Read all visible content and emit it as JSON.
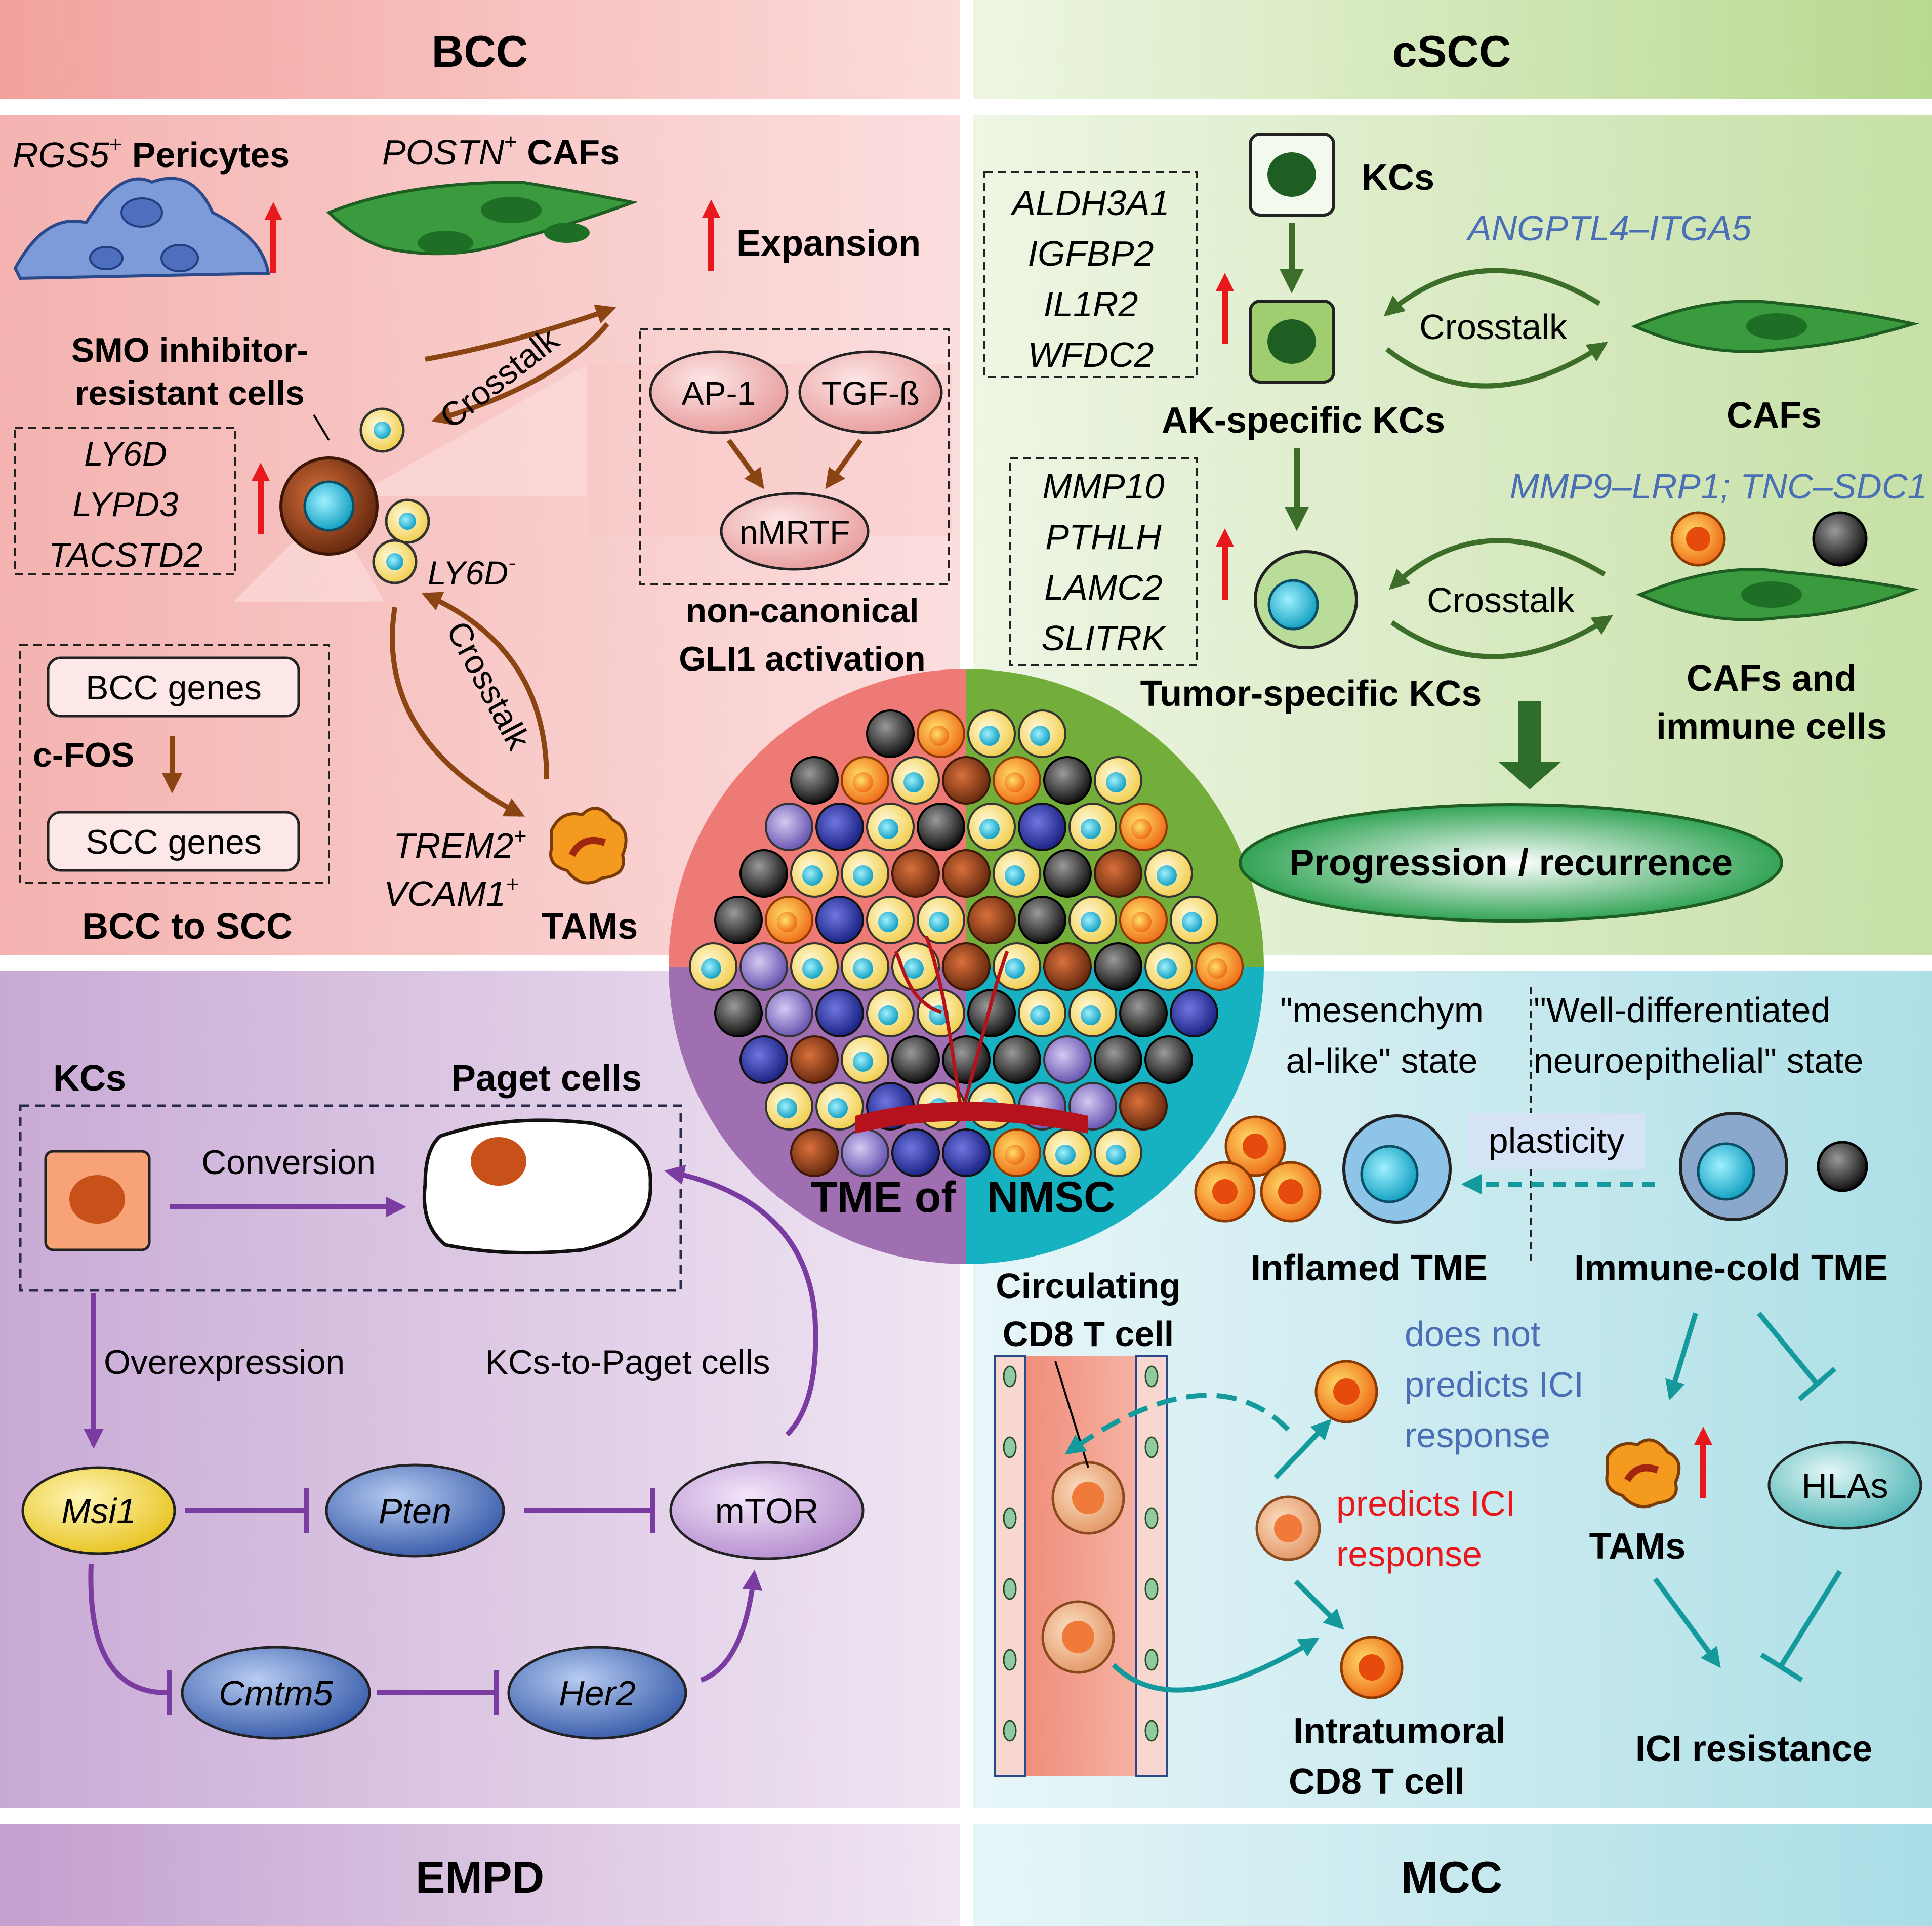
{
  "colors": {
    "bcc_band": "#f3a9a5",
    "bcc_panel": "#f6c2c0",
    "cscc_band": "#c9e2a8",
    "cscc_panel": "#dcecc6",
    "empd_band": "#c8a8d2",
    "empd_panel": "#dbc6e3",
    "mcc_band": "#bfe3ea",
    "mcc_panel": "#cdebf0",
    "arrow_brown": "#8b4513",
    "arrow_green": "#3c6e2a",
    "arrow_purple": "#7a3ca0",
    "arrow_teal": "#149a9c",
    "red_up": "#e8181c",
    "blue_text": "#4a6fb5",
    "red_text": "#e8181c"
  },
  "headers": {
    "bcc": "BCC",
    "cscc": "cSCC",
    "empd": "EMPD",
    "mcc": "MCC"
  },
  "center": {
    "label_left": "TME of",
    "label_right": "NMSC"
  },
  "bcc": {
    "pericytes_gene": "RGS5",
    "pericytes_sup": "+",
    "pericytes_label": "Pericytes",
    "cafs_gene": "POSTN",
    "cafs_sup": "+",
    "cafs_label": "CAFs",
    "expansion": "Expansion",
    "resistant_line1": "SMO inhibitor-",
    "resistant_line2": "resistant cells",
    "genes_up": [
      "LY6D",
      "LYPD3",
      "TACSTD2"
    ],
    "crosstalk_top": "Crosstalk",
    "crosstalk_bottom": "Crosstalk",
    "ly6d_neg": "LY6D",
    "ly6d_neg_sup": "-",
    "ap1": "AP-1",
    "tgfb": "TGF-ß",
    "nmrtf": "nMRTF",
    "gli_line1": "non-canonical",
    "gli_line2": "GLI1 activation",
    "bcc_genes": "BCC genes",
    "cfos": "c-FOS",
    "scc_genes": "SCC genes",
    "bcc_to_scc": "BCC to SCC",
    "trem2": "TREM2",
    "trem2_sup": "+",
    "vcam1": "VCAM1",
    "vcam1_sup": "+",
    "tams": "TAMs"
  },
  "cscc": {
    "kcs": "KCs",
    "genes_ak": [
      "ALDH3A1",
      "IGFBP2",
      "IL1R2",
      "WFDC2"
    ],
    "pair_ak": "ANGPTL4–ITGA5",
    "crosstalk_1": "Crosstalk",
    "cafs": "CAFs",
    "ak_kcs": "AK-specific KCs",
    "genes_tumor": [
      "MMP10",
      "PTHLH",
      "LAMC2",
      "SLITRK"
    ],
    "pair_tumor": "MMP9–LRP1; TNC–SDC1",
    "crosstalk_2": "Crosstalk",
    "tumor_kcs": "Tumor-specific KCs",
    "cafs_immune_line1": "CAFs and",
    "cafs_immune_line2": "immune cells",
    "progression": "Progression / recurrence"
  },
  "empd": {
    "kcs": "KCs",
    "paget": "Paget cells",
    "conversion": "Conversion",
    "overexpression": "Overexpression",
    "kcs_to_paget": "KCs-to-Paget cells",
    "msi1": "Msi1",
    "pten": "Pten",
    "mtor": "mTOR",
    "cmtm5": "Cmtm5",
    "her2": "Her2"
  },
  "mcc": {
    "mesen_line1": "\"mesenchym",
    "mesen_line2": "al-like\" state",
    "well_line1": "\"Well-differentiated",
    "well_line2": "neuroepithelial\" state",
    "plasticity": "plasticity",
    "inflamed": "Inflamed TME",
    "cold": "Immune-cold TME",
    "circ_line1": "Circulating",
    "circ_line2": "CD8 T cell",
    "not_pred_line1": "does not",
    "not_pred_line2": "predicts ICI",
    "not_pred_line3": "response",
    "pred_line1": "predicts ICI",
    "pred_line2": "response",
    "tams": "TAMs",
    "hlas": "HLAs",
    "intra_line1": "Intratumoral",
    "intra_line2": "CD8 T cell",
    "ici_resistance": "ICI resistance"
  }
}
